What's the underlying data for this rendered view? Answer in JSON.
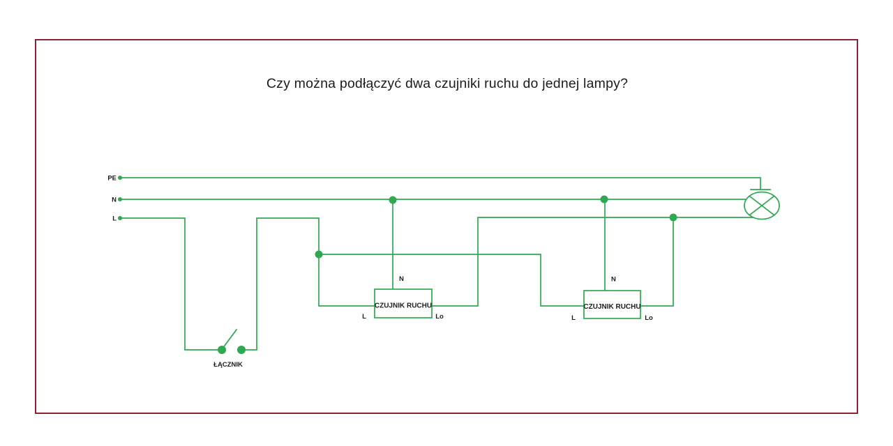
{
  "title": "Czy można podłączyć dwa czujniki ruchu do jednej lampy?",
  "colors": {
    "wire": "#2fa851",
    "frame": "#8e1f39",
    "text": "#1c1c1c",
    "canvas": "#ffffff"
  },
  "supply_lines": {
    "pe": "PE",
    "n": "N",
    "l": "L"
  },
  "switch": {
    "label": "ŁĄCZNIK",
    "state": "open"
  },
  "sensors": [
    {
      "label": "CZUJNIK RUCHU",
      "terminal_n": "N",
      "terminal_l": "L",
      "terminal_lo": "Lo"
    },
    {
      "label": "CZUJNIK RUCHU",
      "terminal_n": "N",
      "terminal_l": "L",
      "terminal_lo": "Lo"
    }
  ],
  "lamp": {
    "icon": "lamp-crossed-circle-icon",
    "earth_connection": "pe-bar"
  }
}
